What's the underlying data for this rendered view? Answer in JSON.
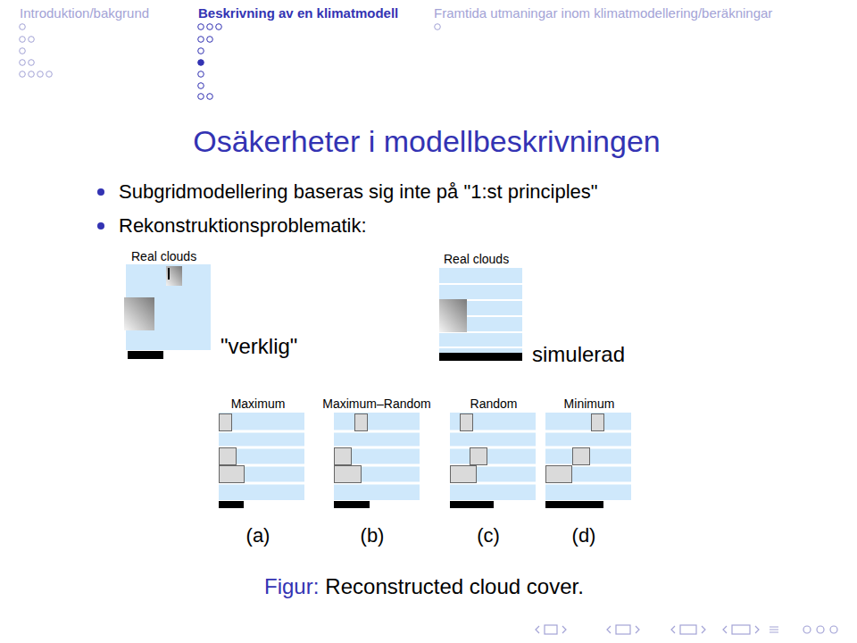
{
  "diagram": {
    "title": "Osäkerheter i modellbeskrivningen",
    "caption": "Reconstructed cloud cover.",
    "labels": [
      "Introduktion/bakgrund",
      "Beskrivning av en klimatmodell",
      "Framtida utmaningar inom klimatmodellering/beräkningar",
      "Subgridmodellering baseras sig inte på \"1:st principles\"",
      "Rekonstruktionsproblematik:",
      "Real clouds",
      "\"verklig\"",
      "Real clouds",
      "simulerad",
      "Maximum",
      "Maximum–Random",
      "Random",
      "Minimum",
      "(a)",
      "(b)",
      "(c)",
      "(d)",
      "Figur:"
    ]
  }
}
